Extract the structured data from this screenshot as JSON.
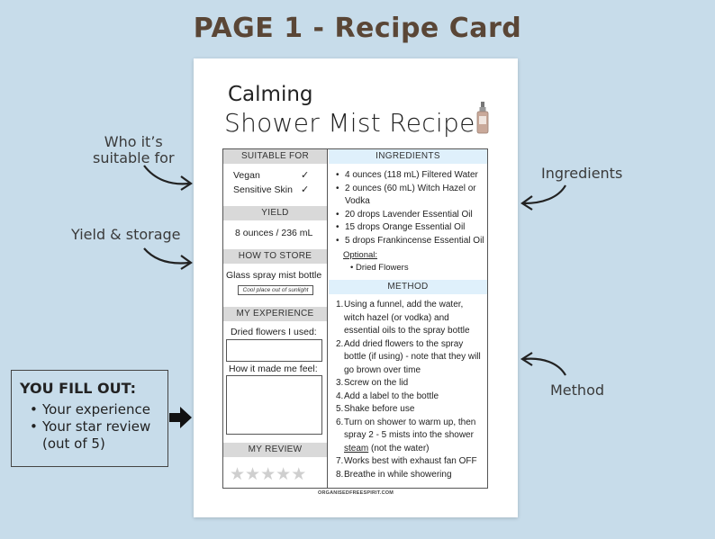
{
  "heading": "PAGE 1 - Recipe Card",
  "callouts": {
    "who": [
      "Who it’s",
      "suitable for"
    ],
    "yield": "Yield & storage",
    "ingredients": "Ingredients",
    "method": "Method"
  },
  "card": {
    "title_line1": "Calming",
    "title_line2": "Shower Mist Recipe",
    "suitable_for": {
      "header": "SUITABLE FOR",
      "items": [
        "Vegan",
        "Sensitive Skin"
      ],
      "check": "✓"
    },
    "yield": {
      "header": "YIELD",
      "value": "8 ounces / 236 mL"
    },
    "how_to_store": {
      "header": "HOW TO STORE",
      "value": "Glass spray mist bottle",
      "note": "Cool place out of sunlight"
    },
    "my_experience": {
      "header": "MY EXPERIENCE",
      "prompt1": "Dried flowers I used:",
      "prompt2": "How it made me feel:"
    },
    "my_review": {
      "header": "MY REVIEW",
      "stars": [
        "★",
        "★",
        "★",
        "★",
        "★"
      ]
    },
    "ingredients": {
      "header": "INGREDIENTS",
      "items": [
        "4 ounces (118 mL) Filtered Water",
        "2 ounces (60 mL) Witch Hazel or",
        "Vodka",
        "20 drops Lavender Essential Oil",
        "15 drops Orange Essential Oil",
        "5 drops Frankincense Essential Oil"
      ],
      "optional_label": "Optional:",
      "optional_item": "Dried Flowers"
    },
    "method": {
      "header": "METHOD",
      "steps": [
        {
          "num": "1.",
          "lines": [
            "Using a funnel, add the water,",
            "witch hazel (or vodka) and",
            "essential oils to the spray bottle"
          ]
        },
        {
          "num": "2.",
          "lines": [
            "Add dried flowers to the spray",
            "bottle (if using) - note that they will",
            "go brown over time"
          ]
        },
        {
          "num": "3.",
          "lines": [
            "Screw on the lid"
          ]
        },
        {
          "num": "4.",
          "lines": [
            "Add a label to the bottle"
          ]
        },
        {
          "num": "5.",
          "lines": [
            "Shake before use"
          ]
        },
        {
          "num": "6.",
          "lines": [
            "Turn on shower to warm up, then",
            "spray 2 - 5 mists into the shower",
            "steam (not the water)"
          ]
        },
        {
          "num": "7.",
          "lines": [
            "Works best with exhaust fan OFF"
          ]
        },
        {
          "num": "8.",
          "lines": [
            "Breathe in while showering"
          ]
        }
      ]
    },
    "footer": "ORGANISEDFREESPIRIT.COM"
  },
  "fill_out": {
    "header": "YOU FILL OUT:",
    "items": [
      "Your experience",
      "Your star review",
      "(out of 5)"
    ]
  },
  "colors": {
    "background": "#c7dcea",
    "heading": "#5a4636",
    "section_gray": "#d9d9d9",
    "section_blue": "#dff0fb"
  }
}
